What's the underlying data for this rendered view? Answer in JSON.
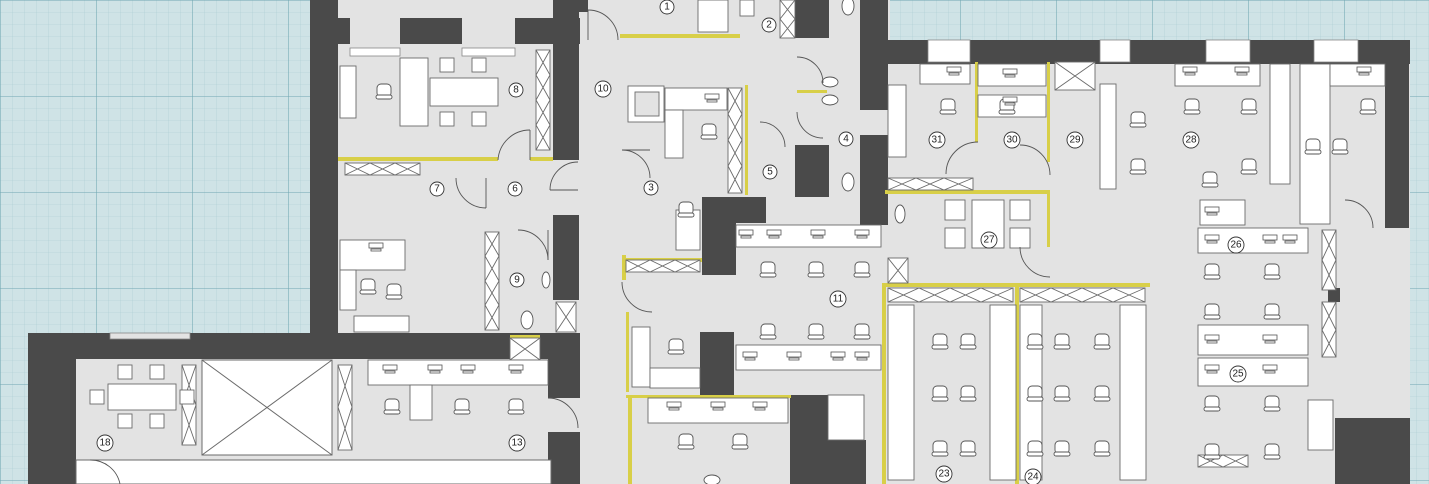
{
  "plan": {
    "colors": {
      "grid_background": "#cfe3e6",
      "grid_minor": "#a9cbd1",
      "grid_major": "#6fa6b1",
      "floor": "#e3e3e3",
      "wall": "#4a4a4a",
      "partition": "#d8cf48",
      "furniture_fill": "#ffffff",
      "furniture_stroke": "#6b6b6b"
    },
    "rooms": [
      {
        "id": "r1",
        "number": "1"
      },
      {
        "id": "r2",
        "number": "2"
      },
      {
        "id": "r3",
        "number": "3"
      },
      {
        "id": "r4",
        "number": "4"
      },
      {
        "id": "r5",
        "number": "5"
      },
      {
        "id": "r6",
        "number": "6"
      },
      {
        "id": "r7",
        "number": "7"
      },
      {
        "id": "r8",
        "number": "8"
      },
      {
        "id": "r9",
        "number": "9"
      },
      {
        "id": "r10",
        "number": "10"
      },
      {
        "id": "r11",
        "number": "11"
      },
      {
        "id": "r13",
        "number": "13"
      },
      {
        "id": "r18",
        "number": "18"
      },
      {
        "id": "r23",
        "number": "23"
      },
      {
        "id": "r24",
        "number": "24"
      },
      {
        "id": "r25",
        "number": "25"
      },
      {
        "id": "r26",
        "number": "26"
      },
      {
        "id": "r27",
        "number": "27"
      },
      {
        "id": "r28",
        "number": "28"
      },
      {
        "id": "r29",
        "number": "29"
      },
      {
        "id": "r30",
        "number": "30"
      },
      {
        "id": "r31",
        "number": "31"
      }
    ]
  }
}
